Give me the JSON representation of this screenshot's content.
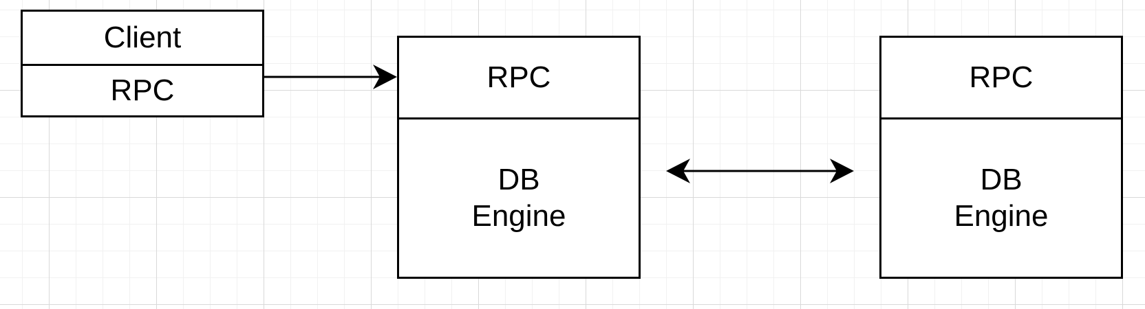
{
  "client": {
    "title": "Client",
    "protocol": "RPC"
  },
  "servers": [
    {
      "protocol": "RPC",
      "engine_line1": "DB",
      "engine_line2": "Engine"
    },
    {
      "protocol": "RPC",
      "engine_line1": "DB",
      "engine_line2": "Engine"
    }
  ],
  "colors": {
    "stroke": "#000000",
    "grid_major": "#d9d9d9",
    "grid_minor": "#f1f1f1",
    "background": "#ffffff"
  }
}
